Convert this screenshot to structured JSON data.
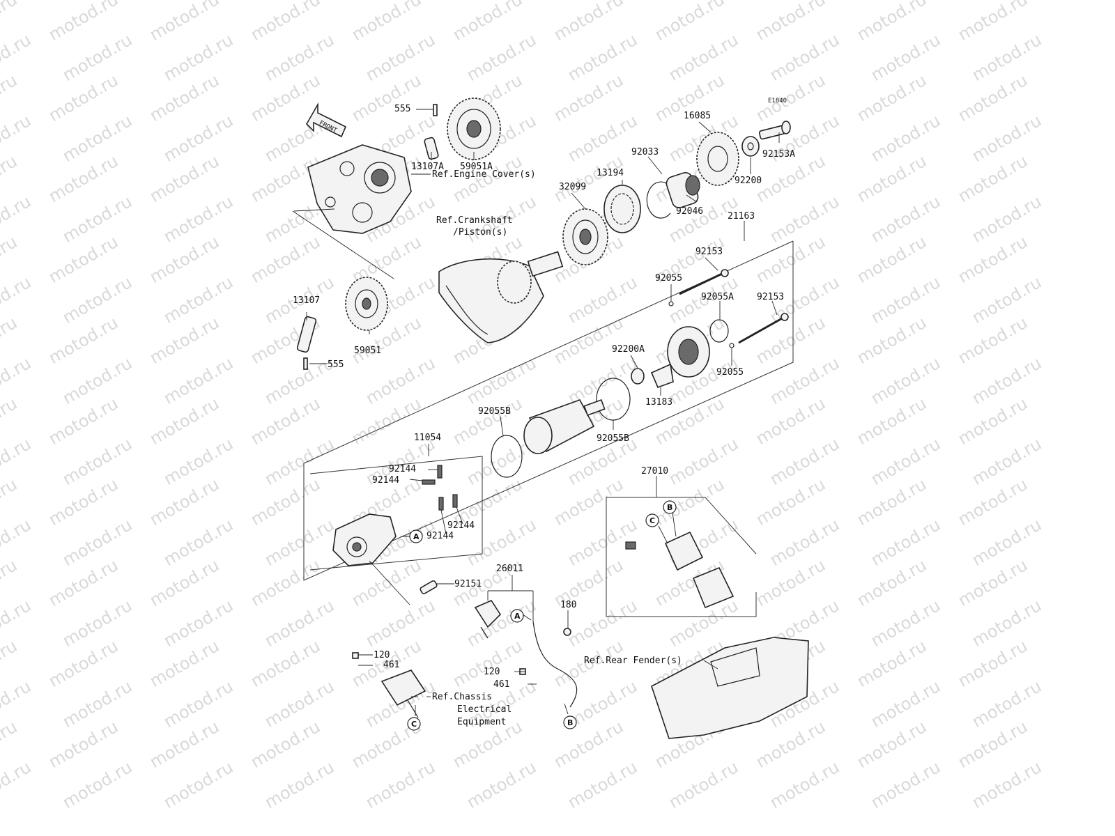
{
  "watermark": "motod.ru",
  "diagram_code": "E1840",
  "front_label": "FRONT",
  "callouts": {
    "c555_top": "555",
    "c13107A": "13107A",
    "c59051A": "59051A",
    "c13107": "13107",
    "c59051": "59051",
    "c555_bottom": "555",
    "c32099": "32099",
    "c13194": "13194",
    "c92033": "92033",
    "c16085": "16085",
    "c92046": "92046",
    "c92200": "92200",
    "c92153A": "92153A",
    "c21163": "21163",
    "c92153_top": "92153",
    "c92055_top": "92055",
    "c92055A": "92055A",
    "c92153_mid": "92153",
    "c92200A": "92200A",
    "c92055_bottom": "92055",
    "c13183": "13183",
    "c92055B_left": "92055B",
    "c92055B_right": "92055B",
    "c11054": "11054",
    "c92144_1": "92144",
    "c92144_2": "92144",
    "c92144_3": "92144",
    "c92144_4": "92144",
    "c92151": "92151",
    "c26011": "26011",
    "c180": "180",
    "c120_left": "120",
    "c461_left": "461",
    "c120_right": "120",
    "c461_right": "461",
    "c27010": "27010"
  },
  "refs": {
    "engine_cover": "Ref.Engine Cover(s)",
    "crankshaft_1": "Ref.Crankshaft",
    "crankshaft_2": "/Piston(s)",
    "chassis_1": "Ref.Chassis",
    "chassis_2": "Electrical",
    "chassis_3": "Equipment",
    "rear_fender": "Ref.Rear Fender(s)"
  },
  "connectors": {
    "a_starter": "A",
    "a_cable": "A",
    "b_relay": "B",
    "c_relay": "C",
    "b_cable": "B",
    "c_chassis": "C"
  }
}
